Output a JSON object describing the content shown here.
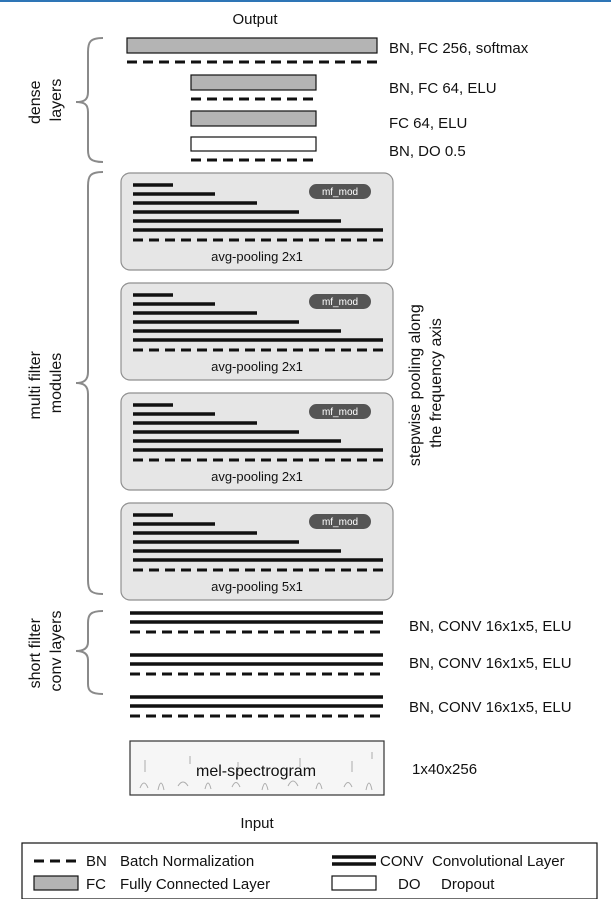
{
  "title_top": "Output",
  "title_bottom": "Input",
  "sections": {
    "dense": [
      "dense",
      "layers"
    ],
    "multi": [
      "multi filter",
      "modules"
    ],
    "short": [
      "short filter",
      "conv layers"
    ]
  },
  "dense_layers": [
    {
      "label": "BN, FC 256, softmax",
      "type": "fc"
    },
    {
      "label": "BN, FC 64, ELU",
      "type": "fc"
    },
    {
      "label": "FC 64, ELU",
      "type": "fc"
    },
    {
      "label": "BN, DO 0.5",
      "type": "do"
    }
  ],
  "modules": [
    {
      "tag": "mf_mod",
      "pool": "avg-pooling 2x1"
    },
    {
      "tag": "mf_mod",
      "pool": "avg-pooling 2x1"
    },
    {
      "tag": "mf_mod",
      "pool": "avg-pooling 2x1"
    },
    {
      "tag": "mf_mod",
      "pool": "avg-pooling 5x1"
    }
  ],
  "pooling_note": [
    "stepwise pooling along",
    "the frequency axis"
  ],
  "conv_layers": [
    {
      "label": "BN, CONV 16x1x5, ELU"
    },
    {
      "label": "BN, CONV 16x1x5, ELU"
    },
    {
      "label": "BN, CONV 16x1x5, ELU"
    }
  ],
  "input": {
    "label": "mel-spectrogram",
    "shape": "1x40x256"
  },
  "legend": {
    "bn": {
      "abbr": "BN",
      "text": "Batch Normalization"
    },
    "conv": {
      "abbr": "CONV",
      "text": "Convolutional Layer"
    },
    "fc": {
      "abbr": "FC",
      "text": "Fully Connected Layer"
    },
    "do": {
      "abbr": "DO",
      "text": "Dropout"
    }
  },
  "colors": {
    "fc_fill": "#b4b4b4",
    "module_fill": "#e6e6e6",
    "tag_fill": "#555555",
    "brace": "#8a8a8a",
    "top_rule": "#2e75b6"
  }
}
